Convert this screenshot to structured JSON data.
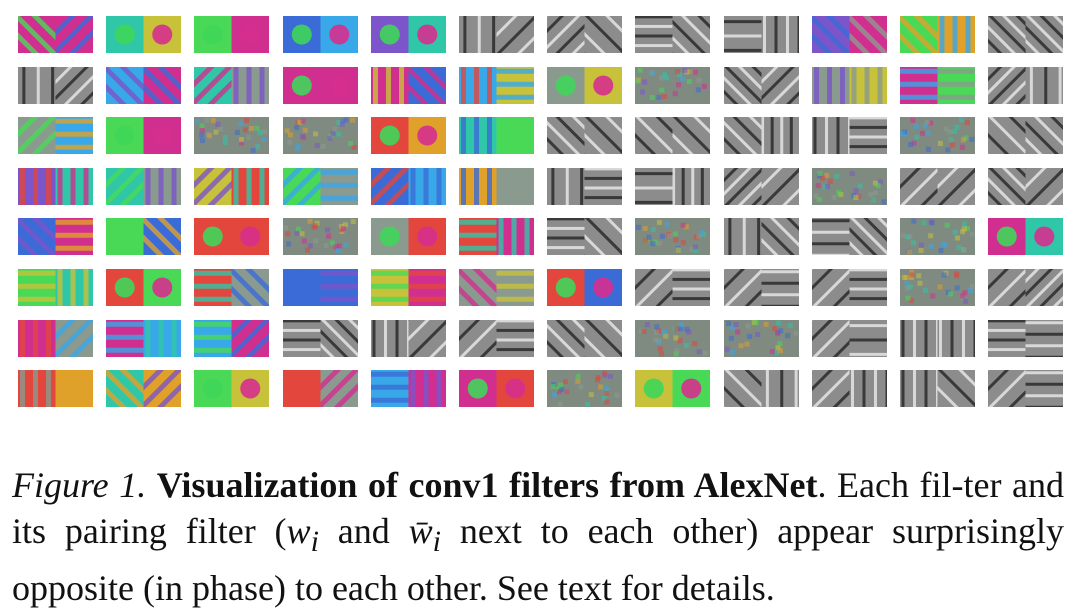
{
  "figure": {
    "caption": {
      "label": "Figure 1.",
      "title": "Visualization of conv1 filters from AlexNet",
      "text_1": ". Each fil-ter and its pairing filter (",
      "var_w": "w",
      "sub_i": "i",
      "and": " and ",
      "var_wbar": "w̄",
      "sub_i2": "i",
      "text_2": " next to each other) appear surprisingly opposite (in phase) to each other. See text for details."
    },
    "grid": {
      "rows": 8,
      "cols": 12,
      "pairs": [
        [
          "stripes-color",
          "blob-color",
          "blob-color",
          "blob-color",
          "blob-color",
          "stripes-gray",
          "stripes-gray",
          "stripes-gray",
          "stripes-gray",
          "stripes-color",
          "stripes-color",
          "stripes-gray"
        ],
        [
          "stripes-gray",
          "stripes-color",
          "stripes-color",
          "blob-color",
          "stripes-color",
          "stripes-color",
          "blob-color",
          "texture",
          "stripes-gray",
          "stripes-color",
          "stripes-color",
          "stripes-gray"
        ],
        [
          "stripes-color",
          "blob-color",
          "texture",
          "texture",
          "blob-color",
          "stripes-color",
          "stripes-gray",
          "stripes-gray",
          "stripes-gray",
          "stripes-gray",
          "texture",
          "stripes-gray"
        ],
        [
          "stripes-color",
          "stripes-color",
          "stripes-color",
          "stripes-color",
          "stripes-color",
          "stripes-color",
          "stripes-gray",
          "stripes-gray",
          "stripes-gray",
          "texture",
          "stripes-gray",
          "stripes-gray"
        ],
        [
          "stripes-color",
          "stripes-color",
          "blob-color",
          "texture",
          "blob-color",
          "stripes-color",
          "stripes-gray",
          "texture",
          "stripes-gray",
          "stripes-gray",
          "texture",
          "blob-color"
        ],
        [
          "stripes-color",
          "blob-color",
          "stripes-color",
          "stripes-color",
          "stripes-color",
          "stripes-color",
          "blob-color",
          "stripes-gray",
          "stripes-gray",
          "stripes-gray",
          "texture",
          "stripes-gray"
        ],
        [
          "stripes-color",
          "stripes-color",
          "stripes-color",
          "stripes-gray",
          "stripes-gray",
          "stripes-gray",
          "stripes-gray",
          "texture",
          "texture",
          "stripes-gray",
          "stripes-gray",
          "stripes-gray"
        ],
        [
          "stripes-color",
          "stripes-color",
          "blob-color",
          "stripes-color",
          "stripes-color",
          "blob-color",
          "texture",
          "blob-color",
          "stripes-gray",
          "stripes-gray",
          "stripes-gray",
          "stripes-gray"
        ]
      ]
    }
  }
}
